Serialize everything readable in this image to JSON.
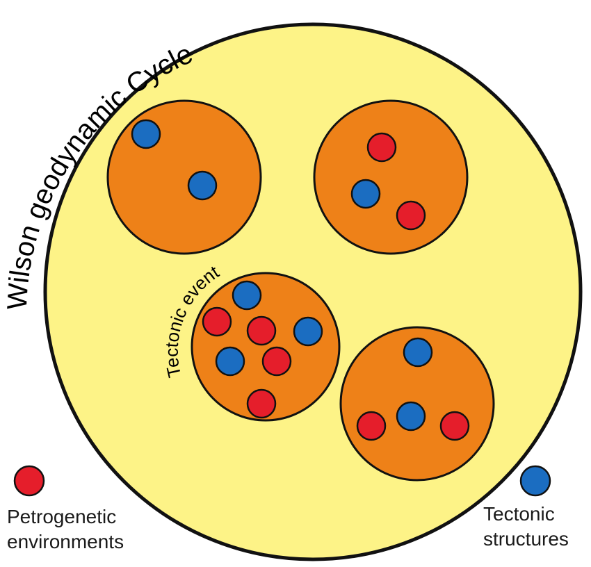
{
  "diagram": {
    "cycle_title": "Wilson geodynamic Cycle",
    "event_label": "Tectonic event"
  },
  "legend": {
    "petrogenetic": {
      "line1": "Petrogenetic",
      "line2": "environments",
      "color": "#e51e2b"
    },
    "tectonic": {
      "line1": "Tectonic",
      "line2": "structures",
      "color": "#1b6dc1"
    }
  },
  "colors": {
    "cycle_fill": "#fdf387",
    "event_fill": "#ee8118",
    "outline": "#111111"
  },
  "events": [
    {
      "name": "event-top-left",
      "dots": [
        "tectonic",
        "tectonic"
      ]
    },
    {
      "name": "event-top-right",
      "dots": [
        "petrogenetic",
        "tectonic",
        "petrogenetic"
      ]
    },
    {
      "name": "event-center",
      "dots": [
        "tectonic",
        "petrogenetic",
        "petrogenetic",
        "tectonic",
        "tectonic",
        "petrogenetic",
        "petrogenetic"
      ]
    },
    {
      "name": "event-bottom-right",
      "dots": [
        "tectonic",
        "petrogenetic",
        "tectonic",
        "petrogenetic"
      ]
    }
  ]
}
